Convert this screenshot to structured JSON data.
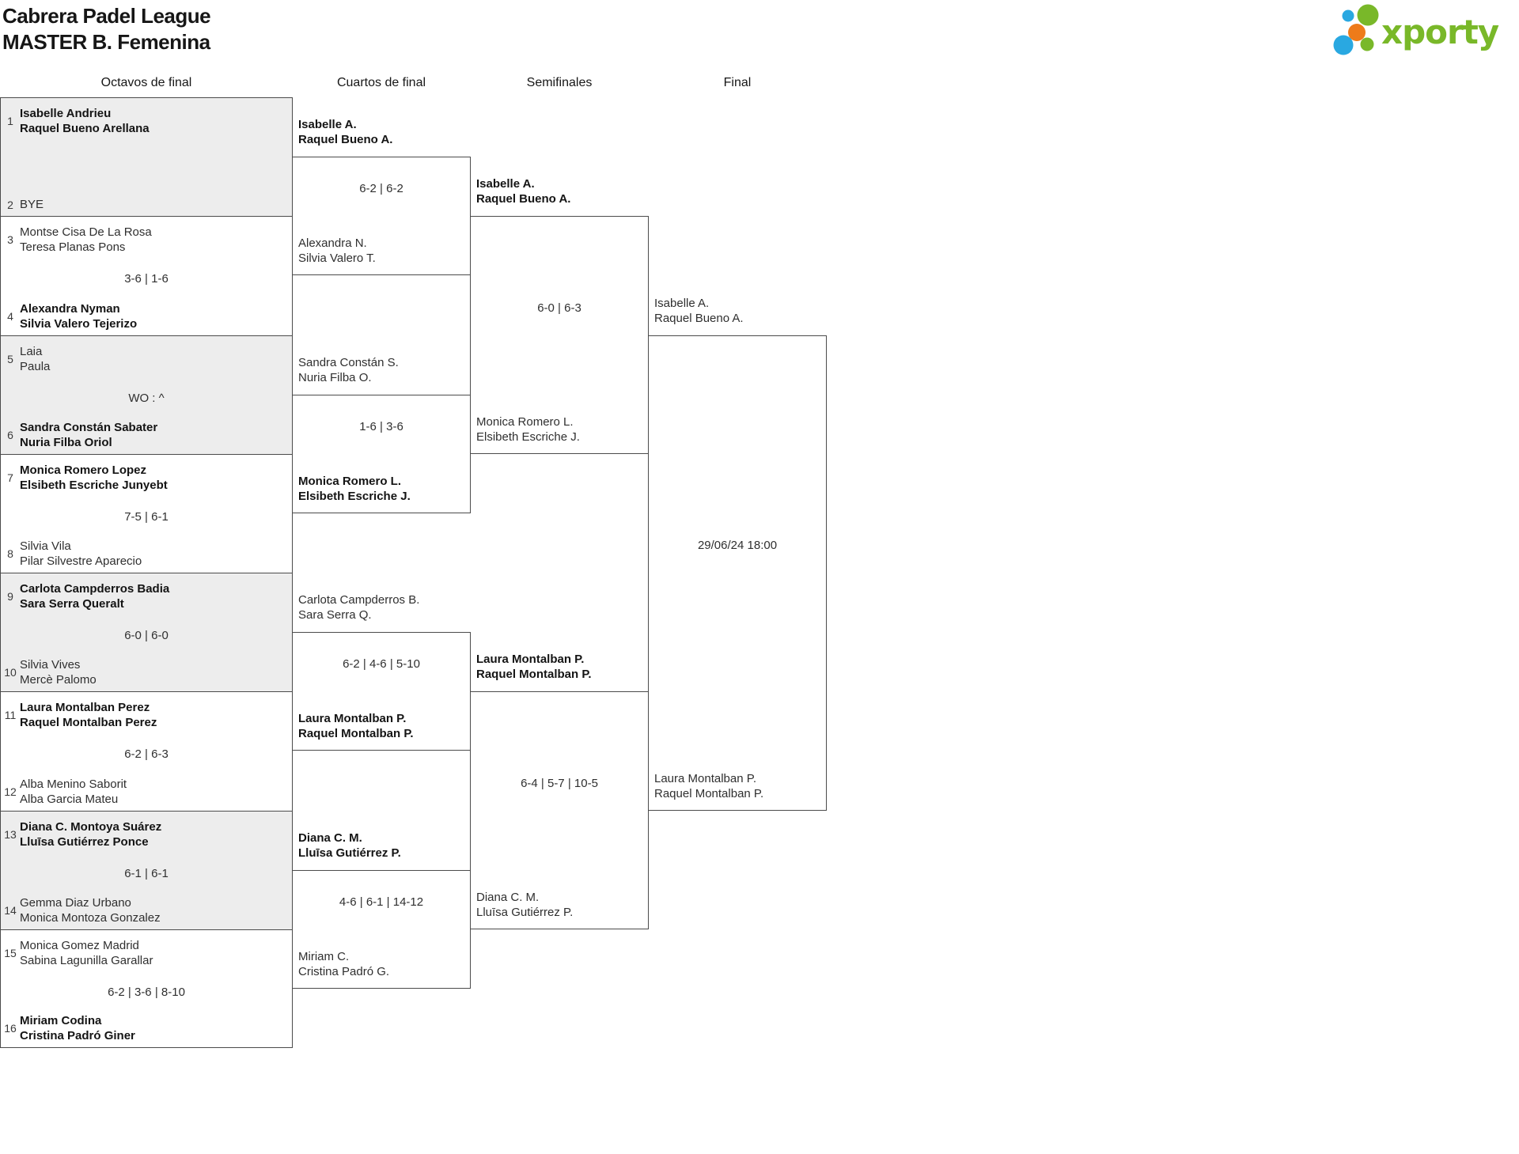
{
  "title": {
    "line1": "Cabrera Padel League",
    "line2": "MASTER B. Femenina"
  },
  "logo": {
    "text": "xporty",
    "colors": {
      "green": "#79b829",
      "blue": "#29a8e1",
      "orange": "#ee7b1a"
    }
  },
  "round_headers": [
    "Octavos de final",
    "Cuartos de final",
    "Semifinales",
    "Final"
  ],
  "rounds": {
    "octavos": [
      {
        "seed_top": "1",
        "team_top": [
          "Isabelle Andrieu",
          "Raquel Bueno Arellana"
        ],
        "top_bold": true,
        "score": "",
        "seed_bottom": "2",
        "team_bottom": [
          "BYE"
        ],
        "bottom_bold": false
      },
      {
        "seed_top": "3",
        "team_top": [
          "Montse Cisa De La Rosa",
          "Teresa Planas Pons"
        ],
        "top_bold": false,
        "score": "3-6 | 1-6",
        "seed_bottom": "4",
        "team_bottom": [
          "Alexandra Nyman",
          "Silvia Valero Tejerizo"
        ],
        "bottom_bold": true
      },
      {
        "seed_top": "5",
        "team_top": [
          "Laia",
          "Paula"
        ],
        "top_bold": false,
        "score": "WO : ^",
        "seed_bottom": "6",
        "team_bottom": [
          "Sandra Constán Sabater",
          "Nuria Filba Oriol"
        ],
        "bottom_bold": true
      },
      {
        "seed_top": "7",
        "team_top": [
          "Monica Romero Lopez",
          "Elsibeth Escriche Junyebt"
        ],
        "top_bold": true,
        "score": "7-5 | 6-1",
        "seed_bottom": "8",
        "team_bottom": [
          "Silvia Vila",
          "Pilar Silvestre Aparecio"
        ],
        "bottom_bold": false
      },
      {
        "seed_top": "9",
        "team_top": [
          "Carlota Campderros Badia",
          "Sara Serra Queralt"
        ],
        "top_bold": true,
        "score": "6-0 | 6-0",
        "seed_bottom": "10",
        "team_bottom": [
          "Silvia Vives",
          "Mercè Palomo"
        ],
        "bottom_bold": false
      },
      {
        "seed_top": "11",
        "team_top": [
          "Laura Montalban Perez",
          "Raquel Montalban Perez"
        ],
        "top_bold": true,
        "score": "6-2 | 6-3",
        "seed_bottom": "12",
        "team_bottom": [
          "Alba Menino Saborit",
          "Alba Garcia Mateu"
        ],
        "bottom_bold": false
      },
      {
        "seed_top": "13",
        "team_top": [
          "Diana C. Montoya Suárez",
          "Lluīsa Gutiérrez Ponce"
        ],
        "top_bold": true,
        "score": "6-1 | 6-1",
        "seed_bottom": "14",
        "team_bottom": [
          "Gemma Diaz Urbano",
          "Monica Montoza Gonzalez"
        ],
        "bottom_bold": false
      },
      {
        "seed_top": "15",
        "team_top": [
          "Monica Gomez Madrid",
          "Sabina Lagunilla Garallar"
        ],
        "top_bold": false,
        "score": "6-2 | 3-6 | 8-10",
        "seed_bottom": "16",
        "team_bottom": [
          "Miriam Codina",
          "Cristina Padró Giner"
        ],
        "bottom_bold": true
      }
    ],
    "cuartos": [
      {
        "team_top": [
          "Isabelle A.",
          "Raquel Bueno A."
        ],
        "top_bold": true,
        "score": "6-2 | 6-2",
        "team_bottom": [
          "Alexandra N.",
          "Silvia Valero T."
        ],
        "bottom_bold": false
      },
      {
        "team_top": [
          "Sandra Constán S.",
          "Nuria Filba O."
        ],
        "top_bold": false,
        "score": "1-6 | 3-6",
        "team_bottom": [
          "Monica Romero L.",
          "Elsibeth Escriche J."
        ],
        "bottom_bold": true
      },
      {
        "team_top": [
          "Carlota Campderros B.",
          "Sara Serra Q."
        ],
        "top_bold": false,
        "score": "6-2 | 4-6 | 5-10",
        "team_bottom": [
          "Laura Montalban P.",
          "Raquel Montalban P."
        ],
        "bottom_bold": true
      },
      {
        "team_top": [
          "Diana C. M.",
          "Lluīsa Gutiérrez P."
        ],
        "top_bold": true,
        "score": "4-6 | 6-1 | 14-12",
        "team_bottom": [
          "Miriam C.",
          "Cristina Padró G."
        ],
        "bottom_bold": false
      }
    ],
    "semifinales": [
      {
        "team_top": [
          "Isabelle A.",
          "Raquel Bueno A."
        ],
        "top_bold": true,
        "score": "6-0 | 6-3",
        "team_bottom": [
          "Monica Romero L.",
          "Elsibeth Escriche J."
        ],
        "bottom_bold": false
      },
      {
        "team_top": [
          "Laura Montalban P.",
          "Raquel Montalban P."
        ],
        "top_bold": true,
        "score": "6-4 | 5-7 | 10-5",
        "team_bottom": [
          "Diana C. M.",
          "Lluīsa Gutiérrez P."
        ],
        "bottom_bold": false
      }
    ],
    "final": [
      {
        "team_top": [
          "Isabelle A.",
          "Raquel Bueno A."
        ],
        "top_bold": false,
        "datetime": "29/06/24 18:00",
        "team_bottom": [
          "Laura Montalban P.",
          "Raquel Montalban P."
        ],
        "bottom_bold": false
      }
    ]
  }
}
